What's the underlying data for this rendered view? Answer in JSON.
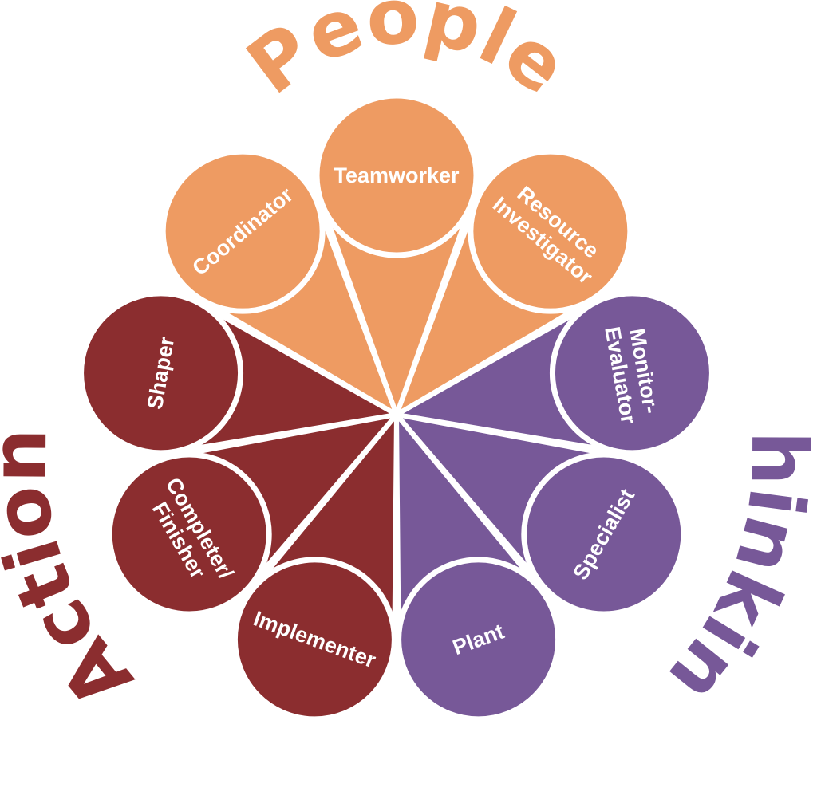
{
  "colors": {
    "people": "#EE9B62",
    "action": "#8B2D2F",
    "thinking": "#775898",
    "divider": "#ffffff",
    "background": "#ffffff"
  },
  "groups": {
    "people": {
      "title": "People"
    },
    "action": {
      "title": "Action"
    },
    "thinking": {
      "title": "Thinking"
    }
  },
  "roles": [
    {
      "id": "teamworker",
      "group": "people",
      "lines": [
        "Teamworker"
      ]
    },
    {
      "id": "resource-investigator",
      "group": "people",
      "lines": [
        "Resource",
        "Investigator"
      ]
    },
    {
      "id": "monitor-evaluator",
      "group": "thinking",
      "lines": [
        "Monitor-",
        "Evaluator"
      ]
    },
    {
      "id": "specialist",
      "group": "thinking",
      "lines": [
        "Specialist"
      ]
    },
    {
      "id": "plant",
      "group": "thinking",
      "lines": [
        "Plant"
      ]
    },
    {
      "id": "implementer",
      "group": "action",
      "lines": [
        "Implementer"
      ]
    },
    {
      "id": "completer-finisher",
      "group": "action",
      "lines": [
        "Completer/",
        "Finisher"
      ]
    },
    {
      "id": "shaper",
      "group": "action",
      "lines": [
        "Shaper"
      ]
    },
    {
      "id": "coordinator",
      "group": "people",
      "lines": [
        "Coordinator"
      ]
    }
  ]
}
